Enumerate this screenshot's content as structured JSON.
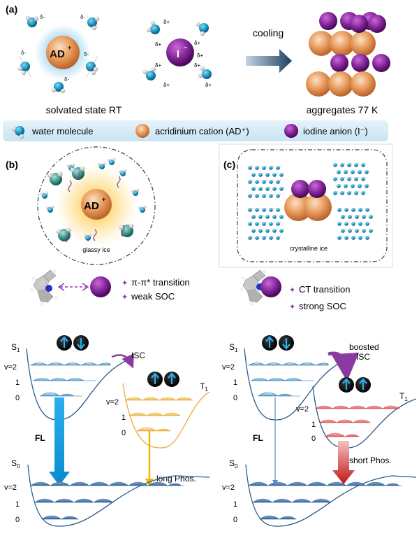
{
  "panel_a": {
    "label": "(a)",
    "cation_label": "AD",
    "cation_charge": "+",
    "anion_label": "I",
    "anion_charge": "−",
    "delta_minus": "δ-",
    "delta_plus": "δ+",
    "arrow_label": "cooling",
    "left_caption": "solvated state RT",
    "right_caption": "aggregates 77 K"
  },
  "legend": {
    "water": "water molecule",
    "cation": "acridinium cation (AD⁺)",
    "anion": "iodine anion (I⁻)"
  },
  "panel_b": {
    "label": "(b)",
    "cation_label": "AD",
    "cation_charge": "+",
    "ice_label": "glassy ice",
    "transition": "π-π* transition",
    "soc": "weak SOC",
    "s1": "S",
    "s1_sub": "1",
    "t1": "T",
    "t1_sub": "1",
    "s0": "S",
    "s0_sub": "0",
    "v2": "v=2",
    "v1": "1",
    "v0": "0",
    "isc": "ISC",
    "fl": "FL",
    "phos": "long Phos."
  },
  "panel_c": {
    "label": "(c)",
    "ice_label": "crystalline ice",
    "transition": "CT transition",
    "soc": "strong SOC",
    "s1": "S",
    "s1_sub": "1",
    "t1": "T",
    "t1_sub": "1",
    "s0": "S",
    "s0_sub": "0",
    "v2": "v=2",
    "v1": "1",
    "v0": "0",
    "isc_line1": "boosted",
    "isc_line2": "ISC",
    "fl": "FL",
    "phos": "short Phos."
  },
  "colors": {
    "cation": "#e08a4a",
    "anion": "#7a1a8c",
    "water": "#1a9ac8",
    "curve": "#2b5a8a",
    "singlet_level": "#4aa8d8",
    "triplet_level_b": "#f0b040",
    "triplet_level_c": "#e04a4a",
    "ground_level": "#2f5f9a",
    "legend_bg": "#d9edf7",
    "isc_arrow": "#8a3aa0"
  }
}
